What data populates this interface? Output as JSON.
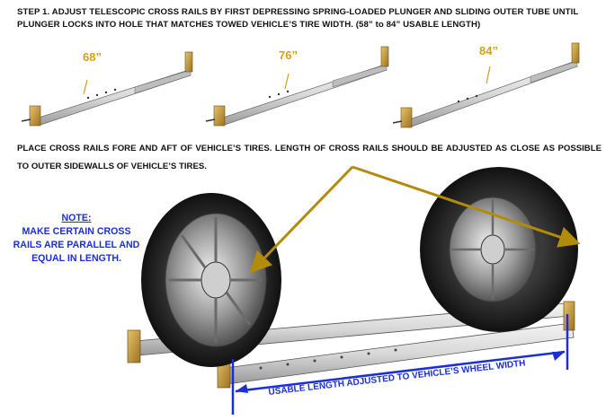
{
  "step1": {
    "text": "STEP 1.  ADJUST TELESCOPIC CROSS RAILS BY FIRST DEPRESSING SPRING-LOADED PLUNGER AND SLIDING OUTER TUBE UNTIL PLUNGER LOCKS INTO HOLE THAT MATCHES TOWED VEHICLE’S TIRE WIDTH. (58” to 84” USABLE LENGTH)"
  },
  "rail_lengths": [
    "68”",
    "76”",
    "84”"
  ],
  "placement": {
    "text": "PLACE CROSS RAILS FORE AND AFT OF VEHICLE’S TIRES. LENGTH OF CROSS RAILS SHOULD BE ADJUSTED AS CLOSE AS POSSIBLE TO OUTER SIDEWALLS OF VEHICLE’S TIRES."
  },
  "note": {
    "title": "NOTE:",
    "body": "MAKE CERTAIN CROSS RAILS ARE PARALLEL AND EQUAL IN LENGTH."
  },
  "dimension_label": "USABLE LENGTH ADJUSTED TO VEHICLE’S WHEEL WIDTH",
  "colors": {
    "label_gold": "#d4a017",
    "arrow_gold": "#b38b0a",
    "dimension_blue": "#1b2fd6",
    "bracket_gold": "#c79a3a"
  }
}
